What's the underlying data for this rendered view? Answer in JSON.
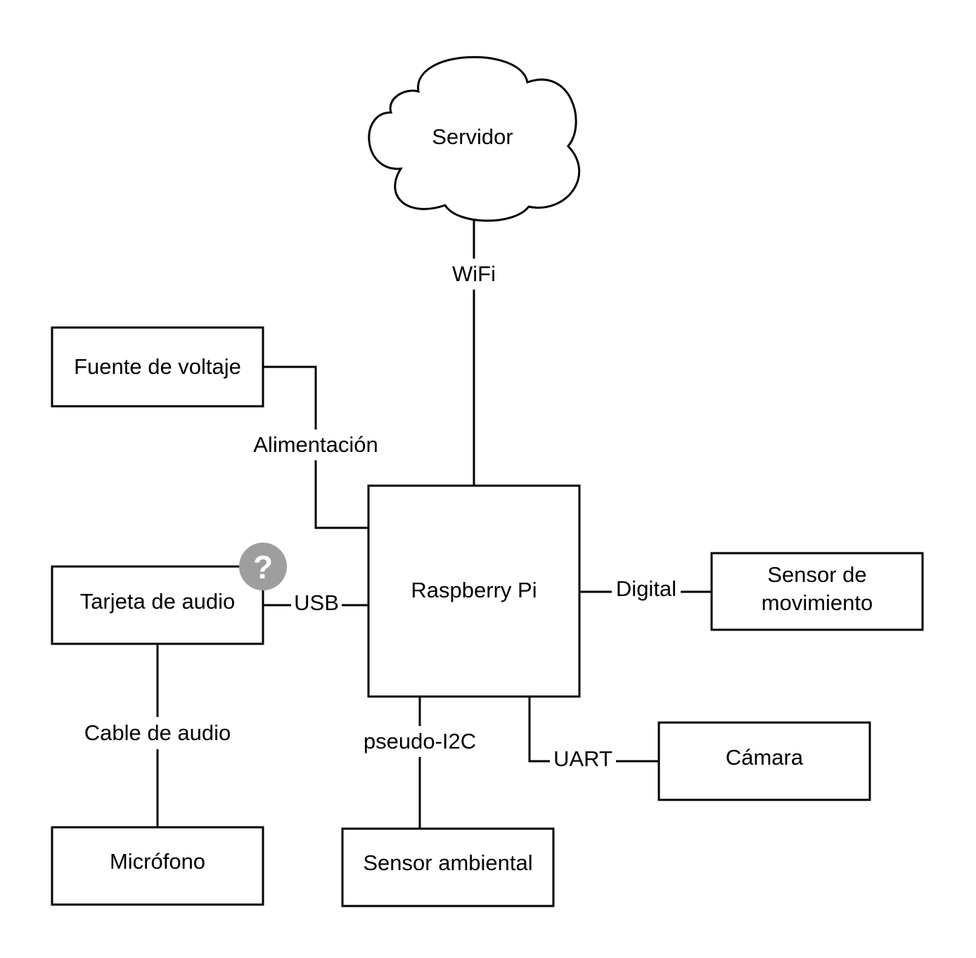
{
  "nodes": {
    "server": {
      "label": "Servidor"
    },
    "raspberry": {
      "label": "Raspberry Pi"
    },
    "power_supply": {
      "label": "Fuente de voltaje"
    },
    "audio_card": {
      "label": "Tarjeta de audio",
      "badge_icon": "question-mark-icon",
      "badge_color": "#9e9e9e"
    },
    "microphone": {
      "label": "Micrófono"
    },
    "ambient_sensor": {
      "label": "Sensor ambiental"
    },
    "motion_sensor": {
      "label_lines": [
        "Sensor de",
        "movimiento"
      ]
    },
    "camera": {
      "label": "Cámara"
    }
  },
  "edges": {
    "wifi": {
      "label": "WiFi"
    },
    "power": {
      "label": "Alimentación"
    },
    "usb": {
      "label": "USB"
    },
    "digital": {
      "label": "Digital"
    },
    "uart": {
      "label": "UART"
    },
    "pseudo_i2c": {
      "label": "pseudo-I2C"
    },
    "audio_cable": {
      "label": "Cable de audio"
    }
  },
  "colors": {
    "stroke": "#000000",
    "background": "#ffffff",
    "badge": "#9e9e9e"
  }
}
